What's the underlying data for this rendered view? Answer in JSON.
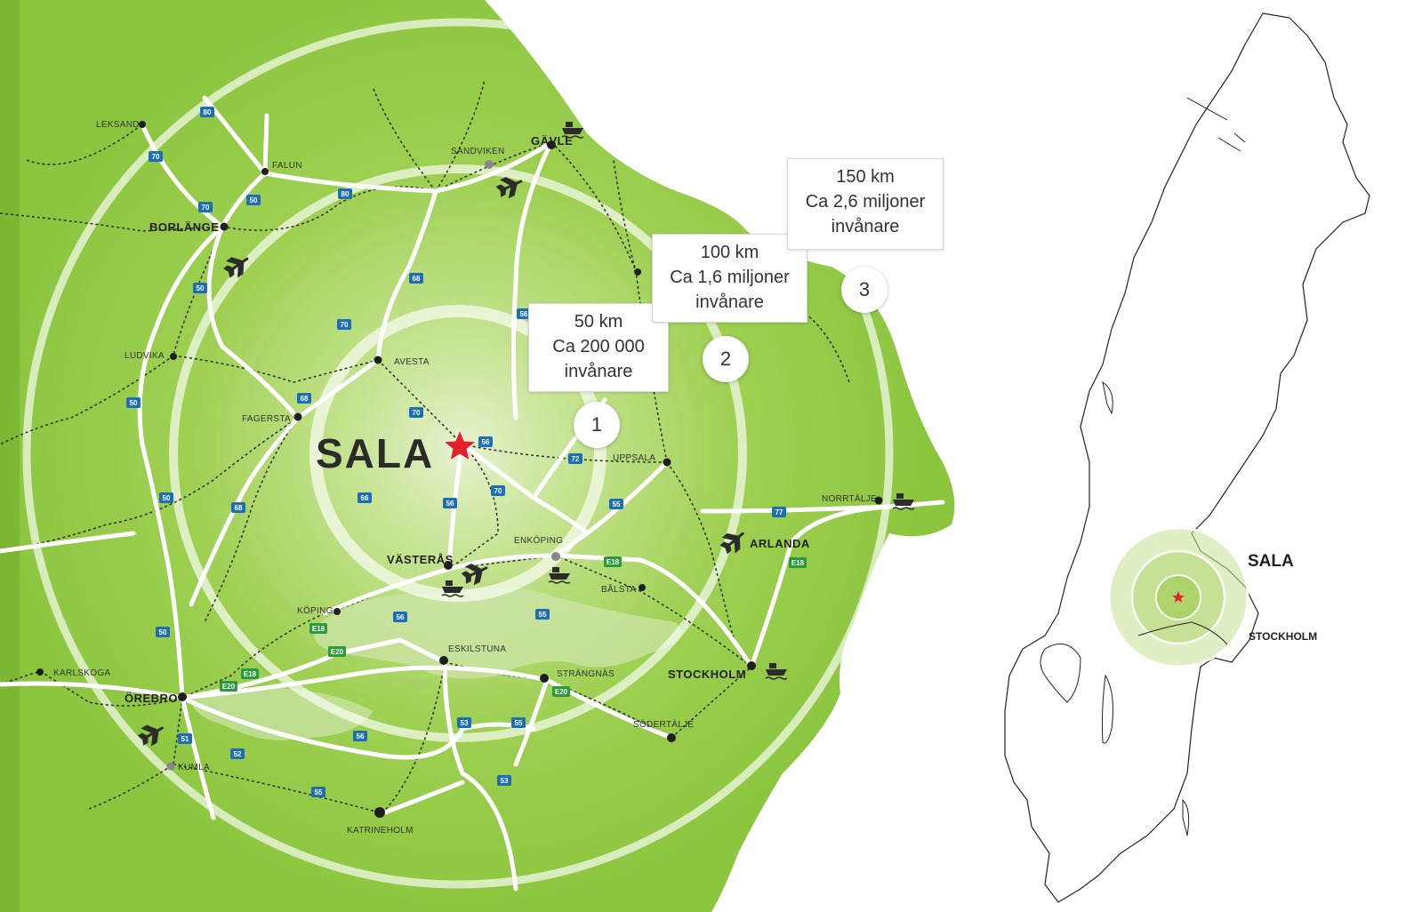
{
  "map": {
    "title_city": "SALA",
    "rings": [
      {
        "id": "1",
        "distance": "50 km",
        "population": "Ca 200 000",
        "unit": "invånare"
      },
      {
        "id": "2",
        "distance": "100 km",
        "population": "Ca 1,6 miljoner",
        "unit": "invånare"
      },
      {
        "id": "3",
        "distance": "150 km",
        "population": "Ca 2,6 miljoner",
        "unit": "invånare"
      }
    ],
    "cities": {
      "leksand": "LEKSAND",
      "falun": "FALUN",
      "borlange": "BORLÄNGE",
      "ludvika": "LUDVIKA",
      "fagersta": "FAGERSTA",
      "avesta": "AVESTA",
      "sandviken": "SANDVIKEN",
      "gavle": "GÄVLE",
      "uppsala": "UPPSALA",
      "norrtalje": "NORRTÄLJE",
      "arlanda": "ARLANDA",
      "enkoping": "ENKÖPING",
      "vasteras": "VÄSTERÅS",
      "balsta": "BÅLSTA",
      "koping": "KÖPING",
      "eskilstuna": "ESKILSTUNA",
      "strangnas": "STRÄNGNÄS",
      "stockholm": "STOCKHOLM",
      "sodertalje": "SÖDERTÄLJE",
      "karlskoga": "KARLSKOGA",
      "orebro": "ÖREBRO",
      "kumla": "KUMLA",
      "katrineholm": "KATRINEHOLM"
    },
    "road_shields": {
      "r80a": "80",
      "r70a": "70",
      "r50a": "50",
      "r70b": "70",
      "r80b": "80",
      "r50b": "50",
      "r68a": "68",
      "r70c": "70",
      "r68b": "68",
      "r70d": "70",
      "r50c": "50",
      "r56a": "56",
      "r72": "72",
      "r66": "66",
      "r56b": "56",
      "r70e": "70",
      "r50d": "50",
      "r68c": "68",
      "r55a": "55",
      "r77": "77",
      "e18a": "E18",
      "e18b": "E18",
      "e18c": "E18",
      "r56c": "56",
      "r55b": "55",
      "r50e": "50",
      "e20a": "E20",
      "e18d": "E18",
      "e20b": "E20",
      "e20c": "E20",
      "r51": "51",
      "r52": "52",
      "r56d": "56",
      "r53a": "53",
      "r55c": "55",
      "r55d": "55",
      "r53b": "53",
      "r56e": "56"
    },
    "colors": {
      "land": "#8cc63f",
      "land_dark": "#6fae2c",
      "sea": "#ffffff",
      "star": "#e4202a",
      "blue_shield": "#1e6db7",
      "green_shield": "#2a9a3a"
    },
    "icons": [
      "airplane-icon",
      "ship-icon"
    ]
  },
  "inset": {
    "sala": "SALA",
    "stockholm": "STOCKHOLM"
  }
}
